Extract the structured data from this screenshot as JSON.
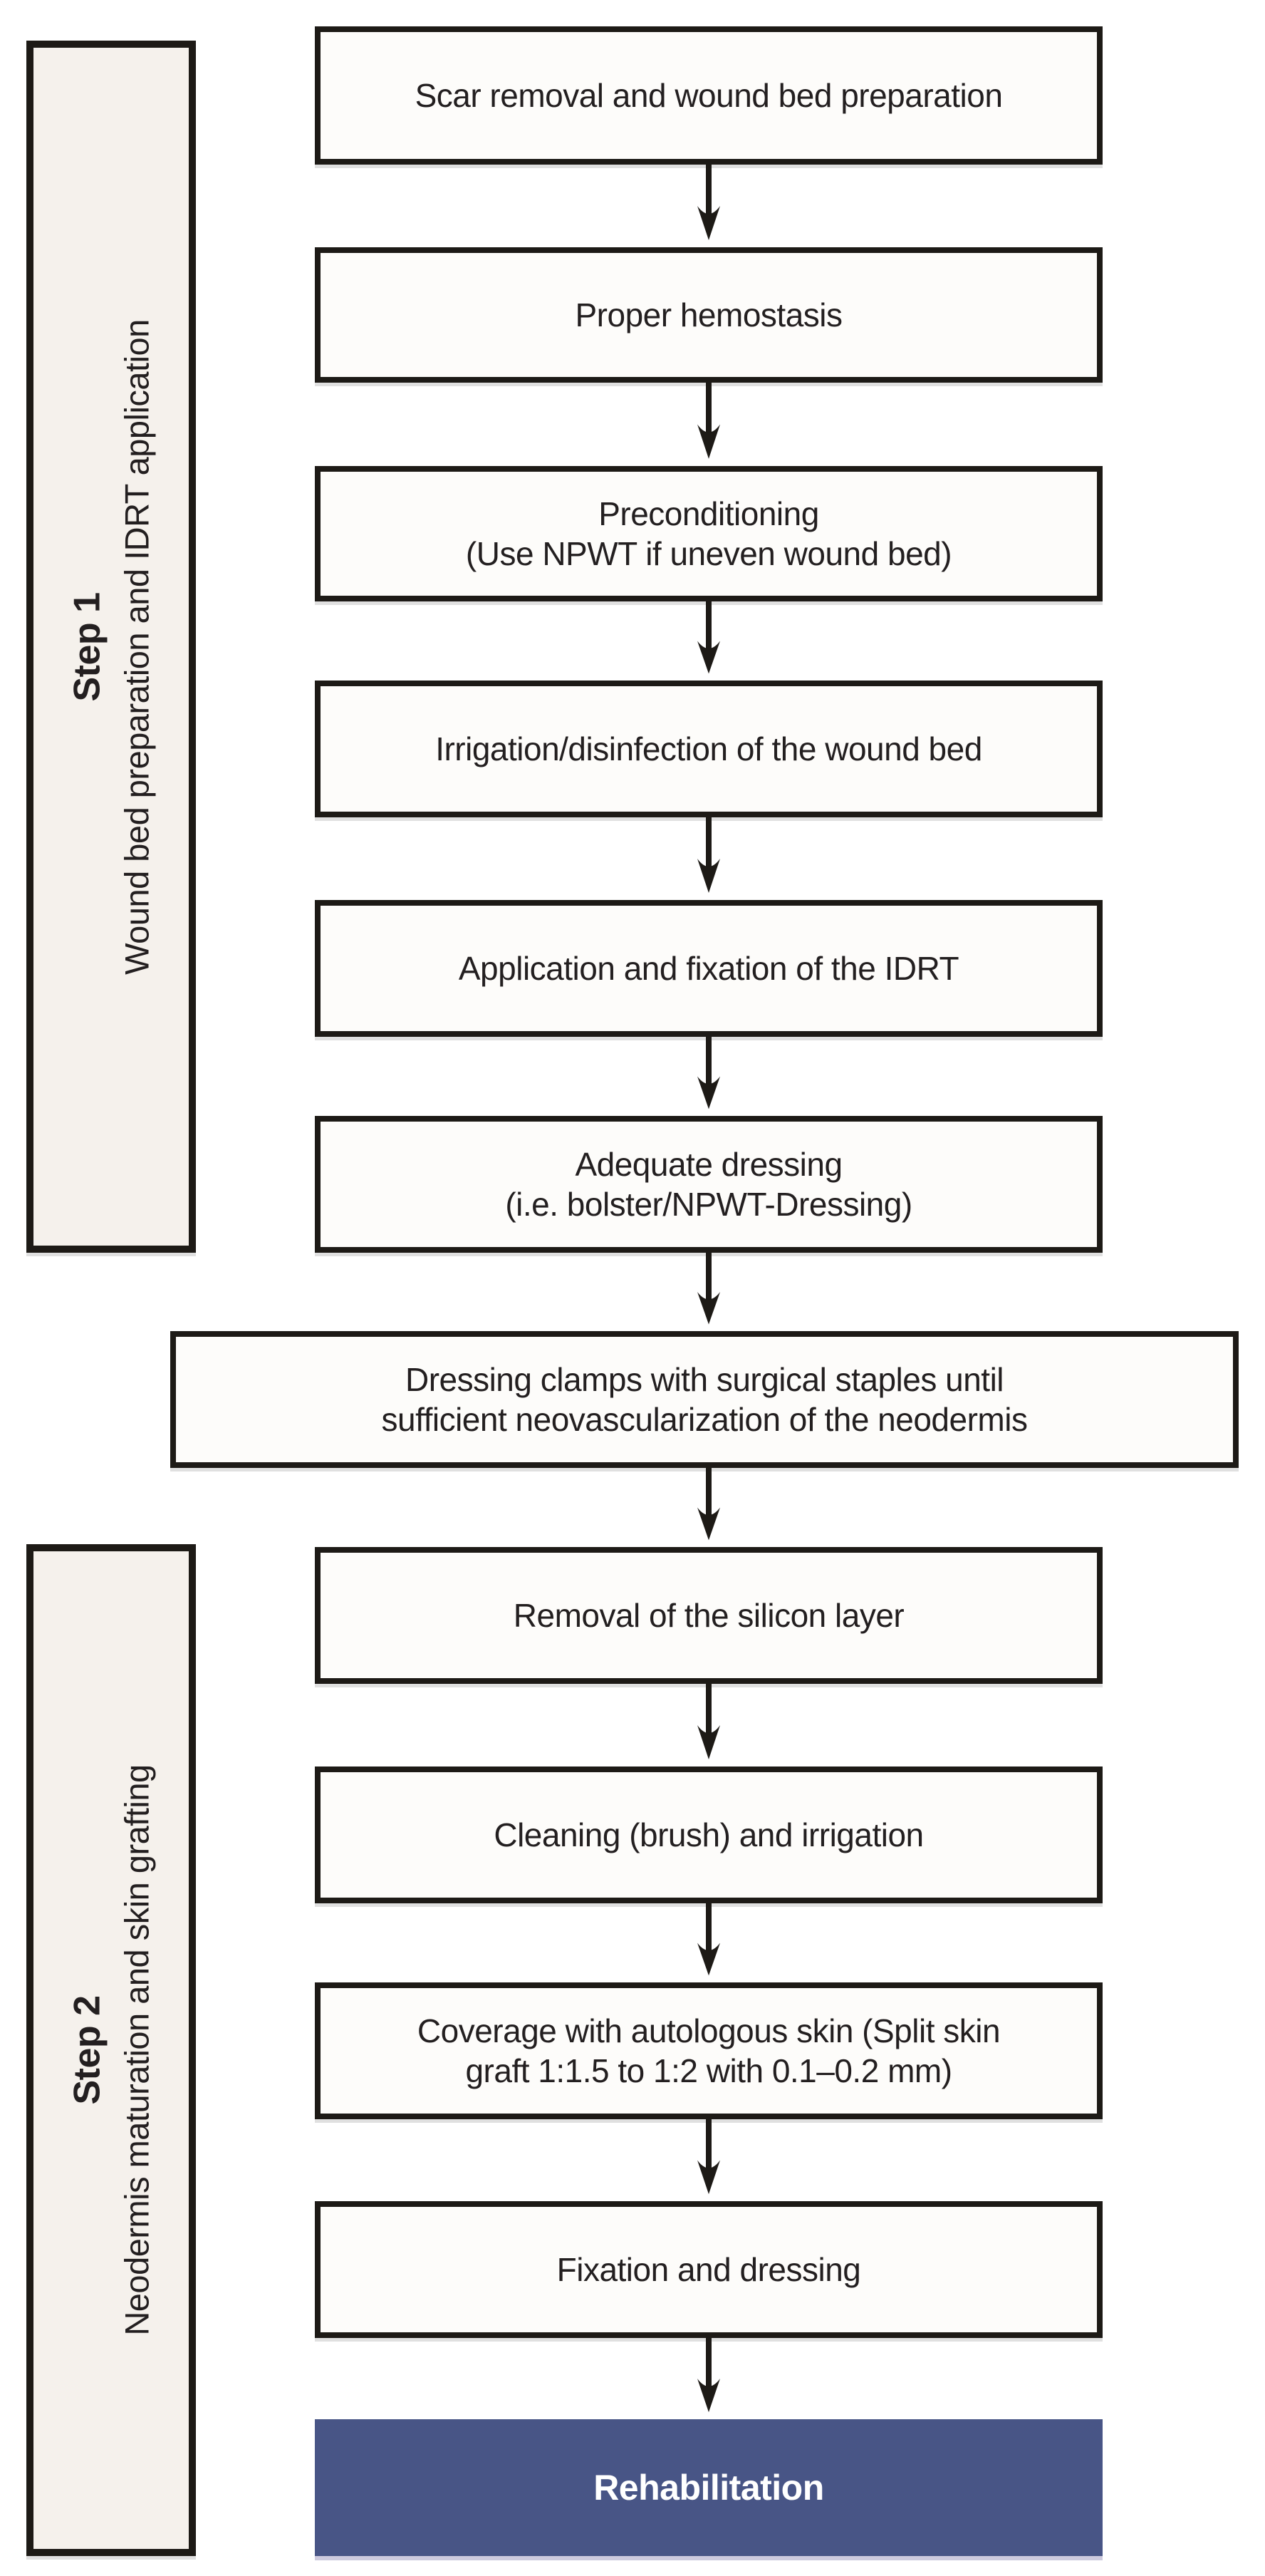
{
  "palette": {
    "page_background": "#ffffff",
    "box_fill": "#fdfcfa",
    "box_border": "#1d1a16",
    "sidebar_fill": "#f5f1ec",
    "arrow_color": "#1d1a16",
    "rehabilitation_fill": "#485586",
    "rehabilitation_text": "#ffffff",
    "text_color": "#231f20"
  },
  "steps": [
    {
      "title": "Step 1",
      "subtitle": "Wound bed preparation and IDRT application"
    },
    {
      "title": "Step 2",
      "subtitle": "Neodermis maturation and skin grafting"
    }
  ],
  "flow": {
    "boxes": [
      {
        "id": "scar-removal",
        "label": "Scar removal and wound bed preparation"
      },
      {
        "id": "hemostasis",
        "label": "Proper hemostasis"
      },
      {
        "id": "preconditioning",
        "label": "Preconditioning\n(Use NPWT if uneven wound bed)"
      },
      {
        "id": "irrigation-disinfection",
        "label": "Irrigation/disinfection of the wound bed"
      },
      {
        "id": "idrt-application",
        "label": "Application and fixation of the IDRT"
      },
      {
        "id": "adequate-dressing",
        "label": "Adequate dressing\n(i.e. bolster/NPWT-Dressing)"
      },
      {
        "id": "dressing-clamps",
        "label": "Dressing clamps with surgical staples until\nsufficient neovascularization of the neodermis"
      },
      {
        "id": "silicon-removal",
        "label": "Removal of the silicon layer"
      },
      {
        "id": "cleaning-irrigation",
        "label": "Cleaning (brush) and irrigation"
      },
      {
        "id": "autologous-coverage",
        "label": "Coverage with autologous skin (Split skin\ngraft 1:1.5 to 1:2 with 0.1–0.2 mm)"
      },
      {
        "id": "fixation-dressing",
        "label": "Fixation and dressing"
      },
      {
        "id": "rehabilitation",
        "label": "Rehabilitation"
      }
    ]
  }
}
